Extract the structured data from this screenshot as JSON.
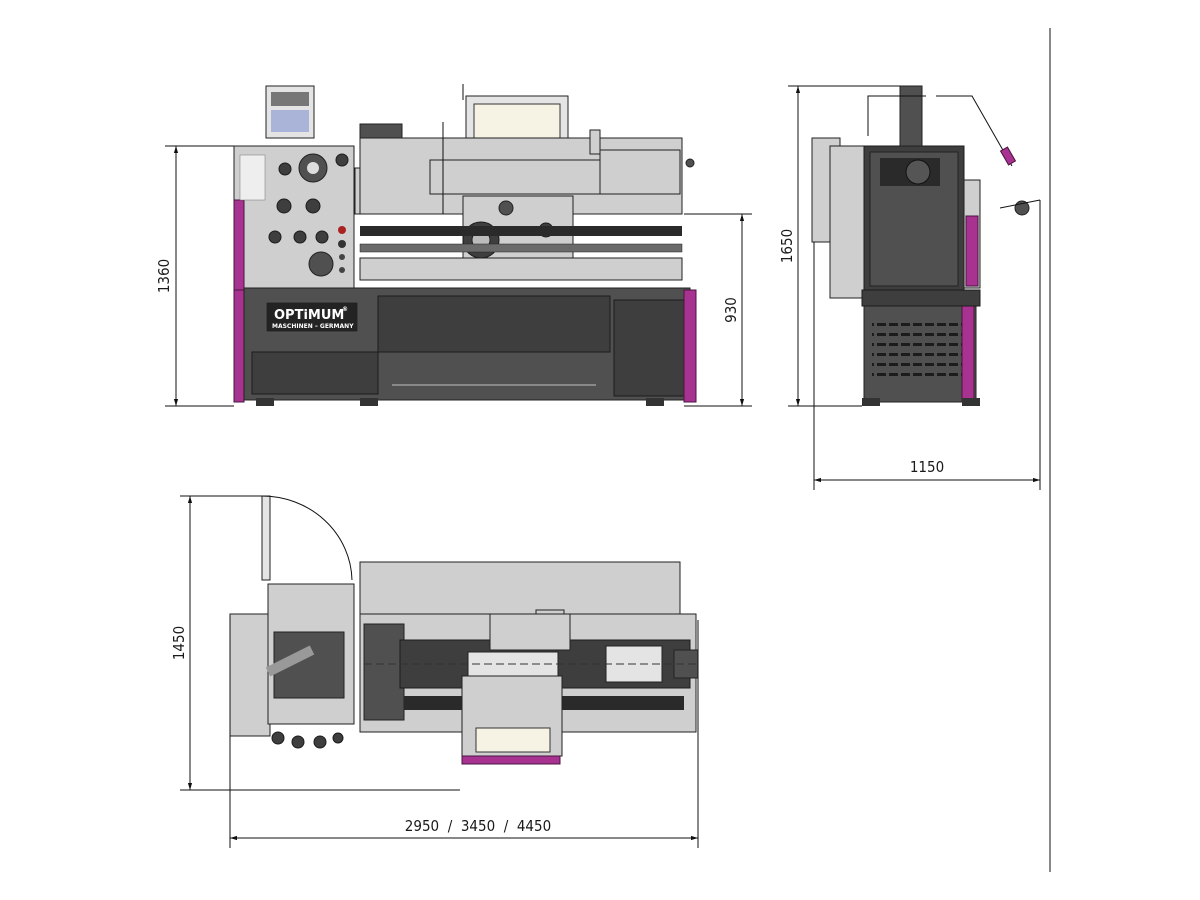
{
  "brand": {
    "logo": "OPTiMUM",
    "registered": "®",
    "tagline": "MASCHINEN – GERMANY"
  },
  "dimensions": {
    "front_height_total": "1360",
    "front_height_bed": "930",
    "side_height_total": "1650",
    "side_depth": "1150",
    "top_depth": "1450",
    "top_length_options": "2950  /  3450  /  4450"
  },
  "colors": {
    "accent": "#a8328f",
    "machine_body": "#cfcfcf",
    "machine_dark": "#505050",
    "line": "#111111"
  }
}
